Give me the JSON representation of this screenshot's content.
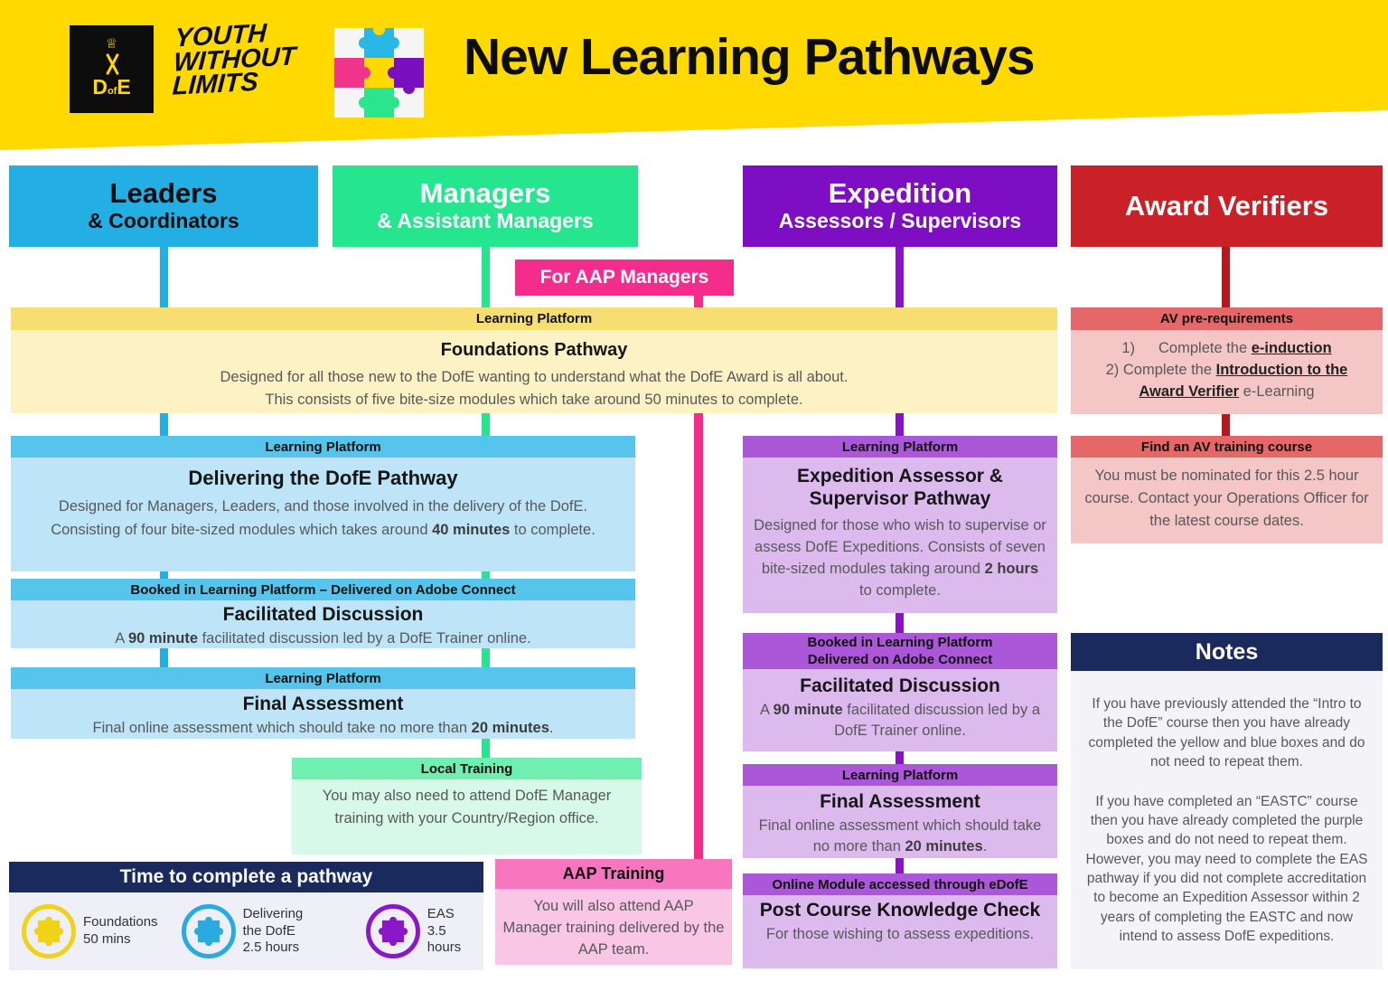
{
  "banner": {
    "title": "New Learning Pathways",
    "dofe_logo": {
      "d": "D",
      "of": "of",
      "e": "E"
    },
    "ywl_lines": [
      "YOUTH",
      "WITHOUT",
      "LIMITS"
    ],
    "colors": {
      "banner_yellow": "#FFD900"
    }
  },
  "columns": {
    "leaders": {
      "title": "Leaders",
      "subtitle": "& Coordinators",
      "color": "#23AEE4"
    },
    "managers": {
      "title": "Managers",
      "subtitle": "& Assistant Managers",
      "color": "#25E58E"
    },
    "expedition": {
      "title": "Expedition",
      "subtitle": "Assessors / Supervisors",
      "color": "#7D0EC4"
    },
    "award_verifiers": {
      "title": "Award Verifiers",
      "color": "#C92127"
    }
  },
  "aap_tag": "For AAP Managers",
  "foundations": {
    "tag": "Learning Platform",
    "title": "Foundations Pathway",
    "line1": "Designed for all those new to the DofE wanting to understand what the DofE Award is all about.",
    "line2": "This consists of five bite-size modules which take around 50 minutes to complete."
  },
  "av_prereq": {
    "tag": "AV pre-requirements",
    "item1_num": "1)",
    "item1_pre": "Complete the ",
    "item1_link": "e-induction",
    "item2_num": "2) ",
    "item2_pre": "Complete the ",
    "item2_link": "Introduction to the Award Verifier",
    "item2_post": " e-Learning"
  },
  "delivering": {
    "tag": "Learning Platform",
    "title": "Delivering the DofE Pathway",
    "line1": "Designed for Managers, Leaders, and those involved in the delivery of the DofE.",
    "line2_pre": "Consisting of four bite-sized modules which takes around ",
    "line2_bold": "40 minutes",
    "line2_post": " to complete."
  },
  "facilitated_blue": {
    "tag": "Booked in Learning Platform – Delivered on Adobe Connect",
    "title": "Facilitated Discussion",
    "line_pre": "A ",
    "line_bold": "90 minute",
    "line_post": " facilitated discussion led by a DofE Trainer online."
  },
  "final_blue": {
    "tag": "Learning Platform",
    "title": "Final Assessment",
    "line_pre": "Final online assessment which should take no more than ",
    "line_bold": "20 minutes",
    "line_post": "."
  },
  "local_training": {
    "tag": "Local Training",
    "body": "You may also need to attend DofE Manager training with your Country/Region office."
  },
  "eas_pathway": {
    "tag": "Learning Platform",
    "title": "Expedition Assessor & Supervisor Pathway",
    "line_pre": "Designed for those who wish to supervise or assess DofE Expeditions. Consists of seven bite-sized modules taking around ",
    "line_bold": "2 hours",
    "line_post": " to complete."
  },
  "facilitated_purple": {
    "tag_line1": "Booked in Learning Platform",
    "tag_line2": "Delivered on Adobe Connect",
    "title": "Facilitated Discussion",
    "line_pre": "A ",
    "line_bold": "90 minute",
    "line_post": " facilitated discussion led by a DofE Trainer online."
  },
  "final_purple": {
    "tag": "Learning Platform",
    "title": "Final Assessment",
    "line_pre": "Final online assessment which should take no more than ",
    "line_bold": "20 minutes",
    "line_post": "."
  },
  "knowledge_check": {
    "tag": "Online Module accessed through eDofE",
    "title": "Post Course Knowledge Check",
    "body": "For those wishing to assess expeditions."
  },
  "find_av": {
    "tag": "Find an AV training course",
    "body": "You must be nominated for this 2.5 hour course. Contact your Operations Officer for the latest course dates."
  },
  "notes": {
    "title": "Notes",
    "para1": "If you have previously attended the “Intro to the DofE” course then you have already completed the yellow and blue boxes and do not need to repeat them.",
    "para2": "If you have completed an “EASTC” course then you have already completed the purple boxes and do not need to repeat them. However, you may need to complete the EAS pathway if you did not complete accreditation to become an Expedition Assessor within 2 years of completing the EASTC and now intend to assess DofE expeditions."
  },
  "time_box": {
    "title": "Time to complete a pathway",
    "items": [
      {
        "label": "Foundations",
        "time": "50 mins",
        "icon": "puzzle-icon",
        "color": "#F0D219"
      },
      {
        "label": "Delivering the DofE",
        "time": "2.5 hours",
        "icon": "puzzle-icon",
        "color": "#29ABE2"
      },
      {
        "label": "EAS",
        "time": "3.5 hours",
        "icon": "puzzle-icon",
        "color": "#8B18C8"
      }
    ]
  },
  "aap_training": {
    "tag": "AAP Training",
    "body": "You will also attend AAP Manager training delivered by the AAP team."
  }
}
